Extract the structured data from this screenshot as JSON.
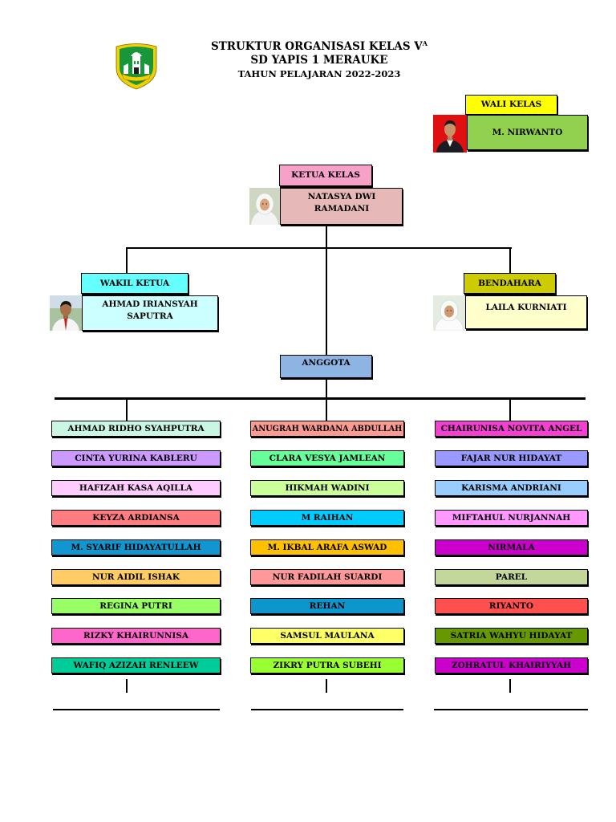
{
  "header": {
    "title": "STRUKTUR ORGANISASI KELAS V",
    "title_superscript": "A",
    "school": "SD YAPIS 1 MERAUKE",
    "academic_year": "TAHUN PELAJARAN 2022-2023"
  },
  "officers": {
    "wali_kelas": {
      "role": "WALI KELAS",
      "name": "M. NIRWANTO",
      "role_color": "#ffff00",
      "name_color": "#92d050"
    },
    "ketua_kelas": {
      "role": "KETUA KELAS",
      "name": "NATASYA DWI RAMADANI",
      "role_color": "#f7a1c8",
      "name_color": "#e6b8b7"
    },
    "wakil_ketua": {
      "role": "WAKIL KETUA",
      "name": "AHMAD IRIANSYAH SAPUTRA",
      "role_color": "#66ffff",
      "name_color": "#ccffff"
    },
    "bendahara": {
      "role": "BENDAHARA",
      "name": "LAILA KURNIATI",
      "role_color": "#cccc00",
      "name_color": "#ffffcc"
    }
  },
  "anggota": {
    "label": "ANGGOTA",
    "color": "#8db4e2",
    "columns": [
      [
        {
          "name": "AHMAD RIDHO SYAHPUTRA",
          "color": "#c9f7e4"
        },
        {
          "name": "CINTA YURINA KABLERU",
          "color": "#cc99ff"
        },
        {
          "name": "HAFIZAH KASA AQILLA",
          "color": "#ffccff"
        },
        {
          "name": "KEYZA ARDIANSA",
          "color": "#ff7c80"
        },
        {
          "name": "M. SYARIF HIDAYATULLAH",
          "color": "#1196cf"
        },
        {
          "name": "NUR AIDIL ISHAK",
          "color": "#ffcc66"
        },
        {
          "name": "REGINA PUTRI",
          "color": "#99ff66"
        },
        {
          "name": "RIZKY KHAIRUNNISA",
          "color": "#ff66cc"
        },
        {
          "name": "WAFIQ AZIZAH RENLEEW",
          "color": "#00cc99"
        }
      ],
      [
        {
          "name": "ANUGRAH WARDANA ABDULLAH",
          "color": "#fa9a91"
        },
        {
          "name": "CLARA VESYA JAMLEAN",
          "color": "#66ff99"
        },
        {
          "name": "HIKMAH WADINI",
          "color": "#ccff99"
        },
        {
          "name": "M RAIHAN",
          "color": "#00ccff"
        },
        {
          "name": "M. IKBAL ARAFA ASWAD",
          "color": "#ffc000"
        },
        {
          "name": "NUR FADILAH SUARDI",
          "color": "#ff9999"
        },
        {
          "name": "REHAN",
          "color": "#0e96cc"
        },
        {
          "name": "SAMSUL MAULANA",
          "color": "#ffff66"
        },
        {
          "name": "ZIKRY PUTRA SUBEHI",
          "color": "#99ff33"
        }
      ],
      [
        {
          "name": "CHAIRUNISA NOVITA ANGEL",
          "color": "#f53fd3"
        },
        {
          "name": "FAJAR NUR HIDAYAT",
          "color": "#9999ff"
        },
        {
          "name": "KARISMA ANDRIANI",
          "color": "#99ccff"
        },
        {
          "name": "MIFTAHUL NURJANNAH",
          "color": "#ff99ff"
        },
        {
          "name": "NIRMALA",
          "color": "#cc00cc"
        },
        {
          "name": "PAREL",
          "color": "#c4d79b"
        },
        {
          "name": "RIYANTO",
          "color": "#ff5050"
        },
        {
          "name": "SATRIA WAHYU HIDAYAT",
          "color": "#669900"
        },
        {
          "name": "ZOHRATUL KHAIRIYYAH",
          "color": "#cc00cc"
        }
      ]
    ]
  }
}
